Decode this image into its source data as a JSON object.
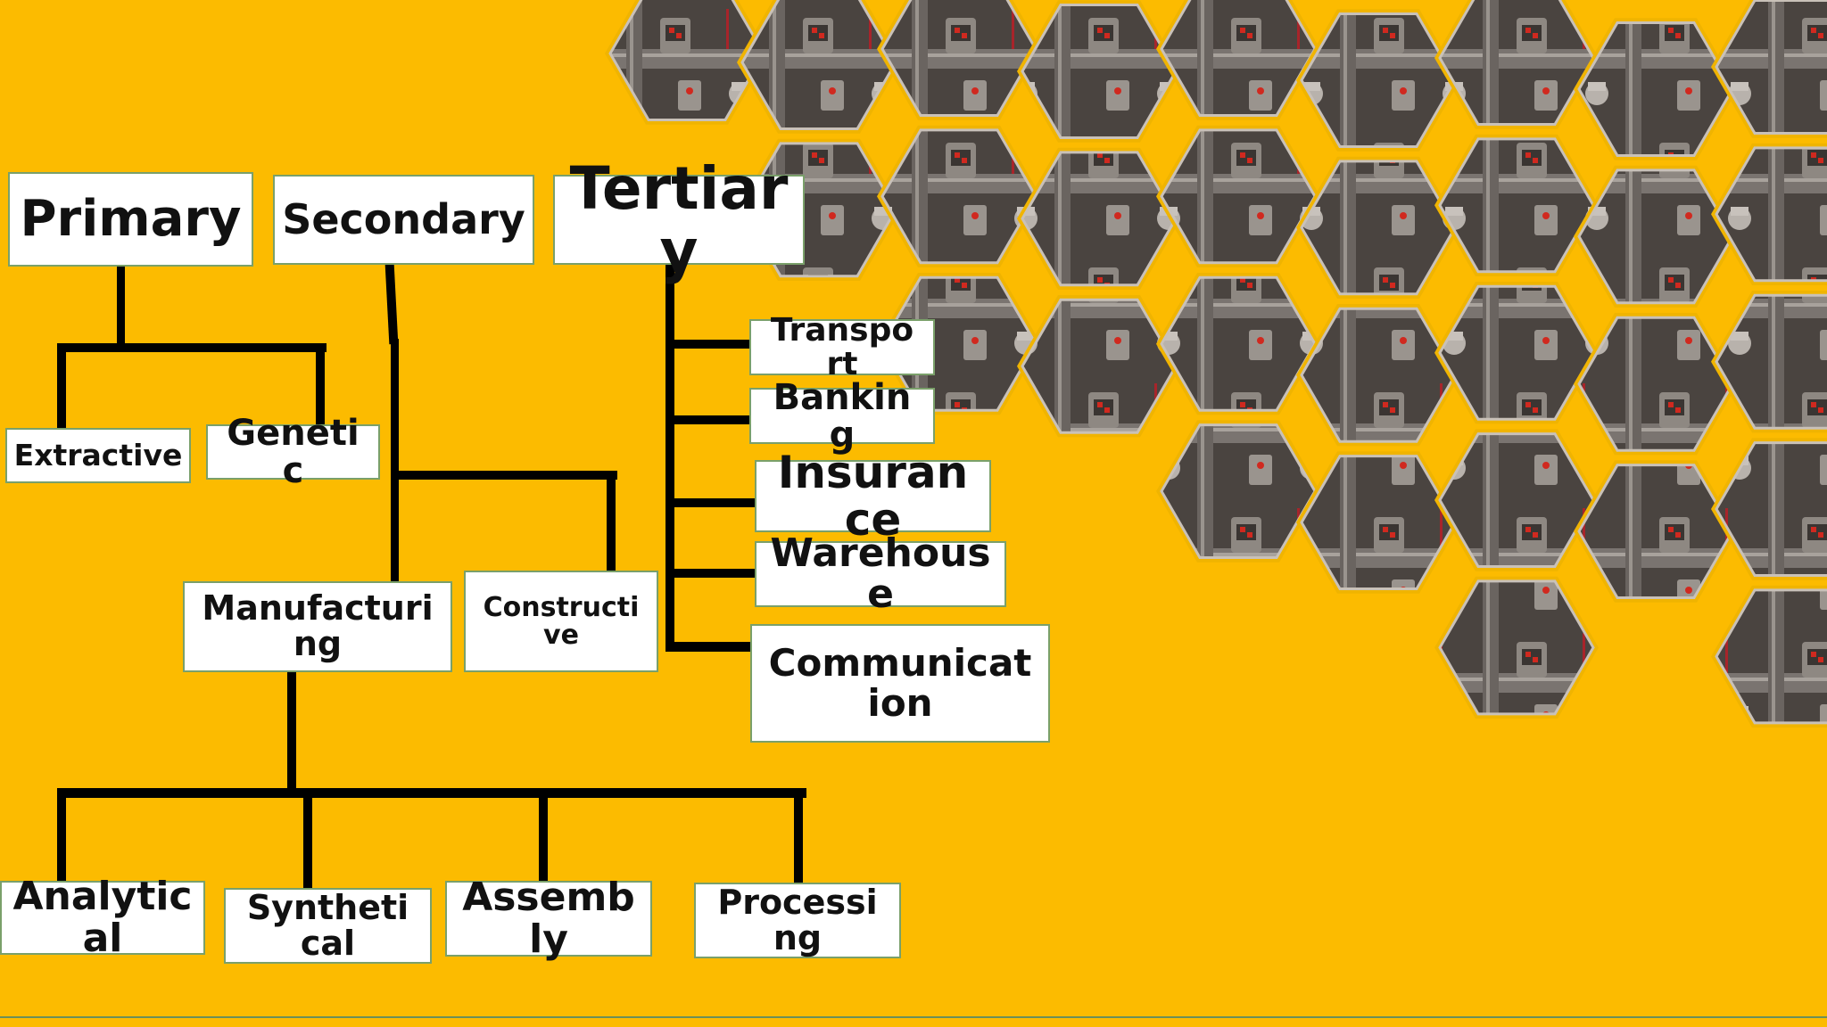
{
  "diagram": {
    "nodes": {
      "primary": "Primary",
      "secondary": "Secondary",
      "tertiary": "Tertiary",
      "extractive": "Extractive",
      "genetic": "Genetic",
      "manufacturing": "Manufacturing",
      "constructive": "Constructive",
      "transport": "Transport",
      "banking": "Banking",
      "insurance": "Insurance",
      "warehouse": "Warehouse",
      "communication": "Communication",
      "analytical": "Analytical",
      "synthetical": "Synthetical",
      "assembly": "Assembly",
      "processing": "Processing"
    }
  },
  "colors": {
    "background": "#fcbb00",
    "box_fill": "#ffffff",
    "box_border": "#7aa06a",
    "connector": "#000000",
    "hex_frame": "#f0b400",
    "machine_dark": "#4a4440",
    "machine_mid": "#7a7470",
    "machine_light": "#a8a29c",
    "accent_red": "#d0291f"
  }
}
